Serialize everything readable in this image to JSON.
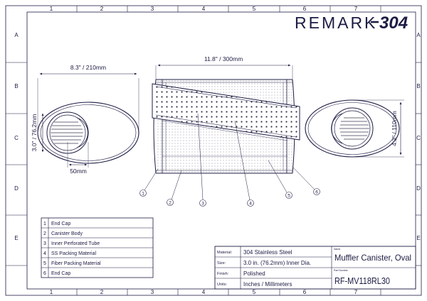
{
  "brand": {
    "word": "REMARK",
    "number": "304"
  },
  "grid": {
    "columns": [
      "1",
      "2",
      "3",
      "4",
      "5",
      "6",
      "7"
    ],
    "rows": [
      "A",
      "B",
      "C",
      "D",
      "E"
    ]
  },
  "dimensions": {
    "end_width": "8.3\" / 210mm",
    "body_length": "11.8\" / 300mm",
    "inlet_diameter": "3.0\" / 76.2mm",
    "inlet_offset": "50mm",
    "end_height": "4.3\" / 110mm"
  },
  "balloons": [
    "1",
    "2",
    "3",
    "4",
    "5",
    "6"
  ],
  "parts": [
    {
      "num": "1",
      "name": "End Cap"
    },
    {
      "num": "2",
      "name": "Canister Body"
    },
    {
      "num": "3",
      "name": "Inner Perforated Tube"
    },
    {
      "num": "4",
      "name": "SS Packing Material"
    },
    {
      "num": "5",
      "name": "Fiber Packing Material"
    },
    {
      "num": "6",
      "name": "End Cap"
    }
  ],
  "specs": [
    {
      "label": "Material:",
      "value": "304 Stainless Steel"
    },
    {
      "label": "Size:",
      "value": "3.0 in. (76.2mm) Inner Dia."
    },
    {
      "label": "Finish:",
      "value": "Polished"
    },
    {
      "label": "Units:",
      "value": "Inches / Millimeters"
    }
  ],
  "title_block": {
    "name_label": "Name",
    "name": "Muffler Canister, Oval",
    "part_label": "Part Number",
    "part_number": "RF-MV118RL30"
  }
}
